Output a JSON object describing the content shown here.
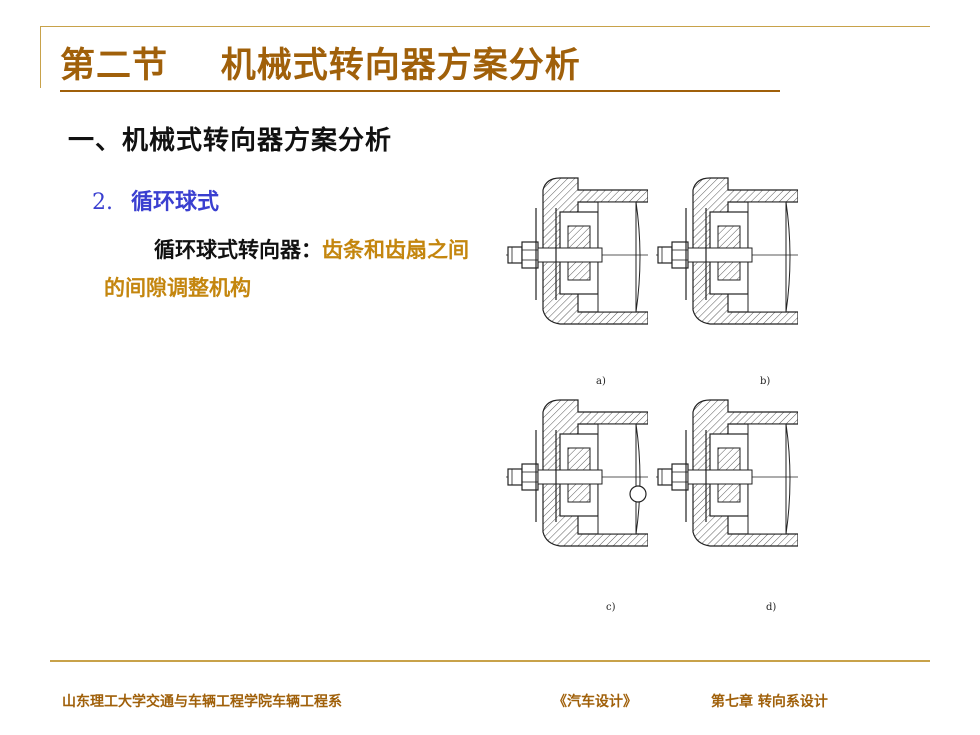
{
  "slide": {
    "title": "第二节    机械式转向器方案分析",
    "section_heading": "一、机械式转向器方案分析",
    "subheading": {
      "number": "2.",
      "text": "循环球式"
    },
    "description": {
      "lead": "循环球式转向器：",
      "highlight": "齿条和齿扇之间的间隙调整机构"
    },
    "figure": {
      "labels": [
        "a)",
        "b)",
        "c)",
        "d)"
      ]
    }
  },
  "footer": {
    "left": "山东理工大学交通与车辆工程学院车辆工程系",
    "middle": "《汽车设计》",
    "right": "第七章 转向系设计"
  },
  "colors": {
    "title": "#a0600a",
    "accent_rule": "#c8a24a",
    "subheading": "#3a3fd0",
    "highlight": "#c4860e"
  }
}
